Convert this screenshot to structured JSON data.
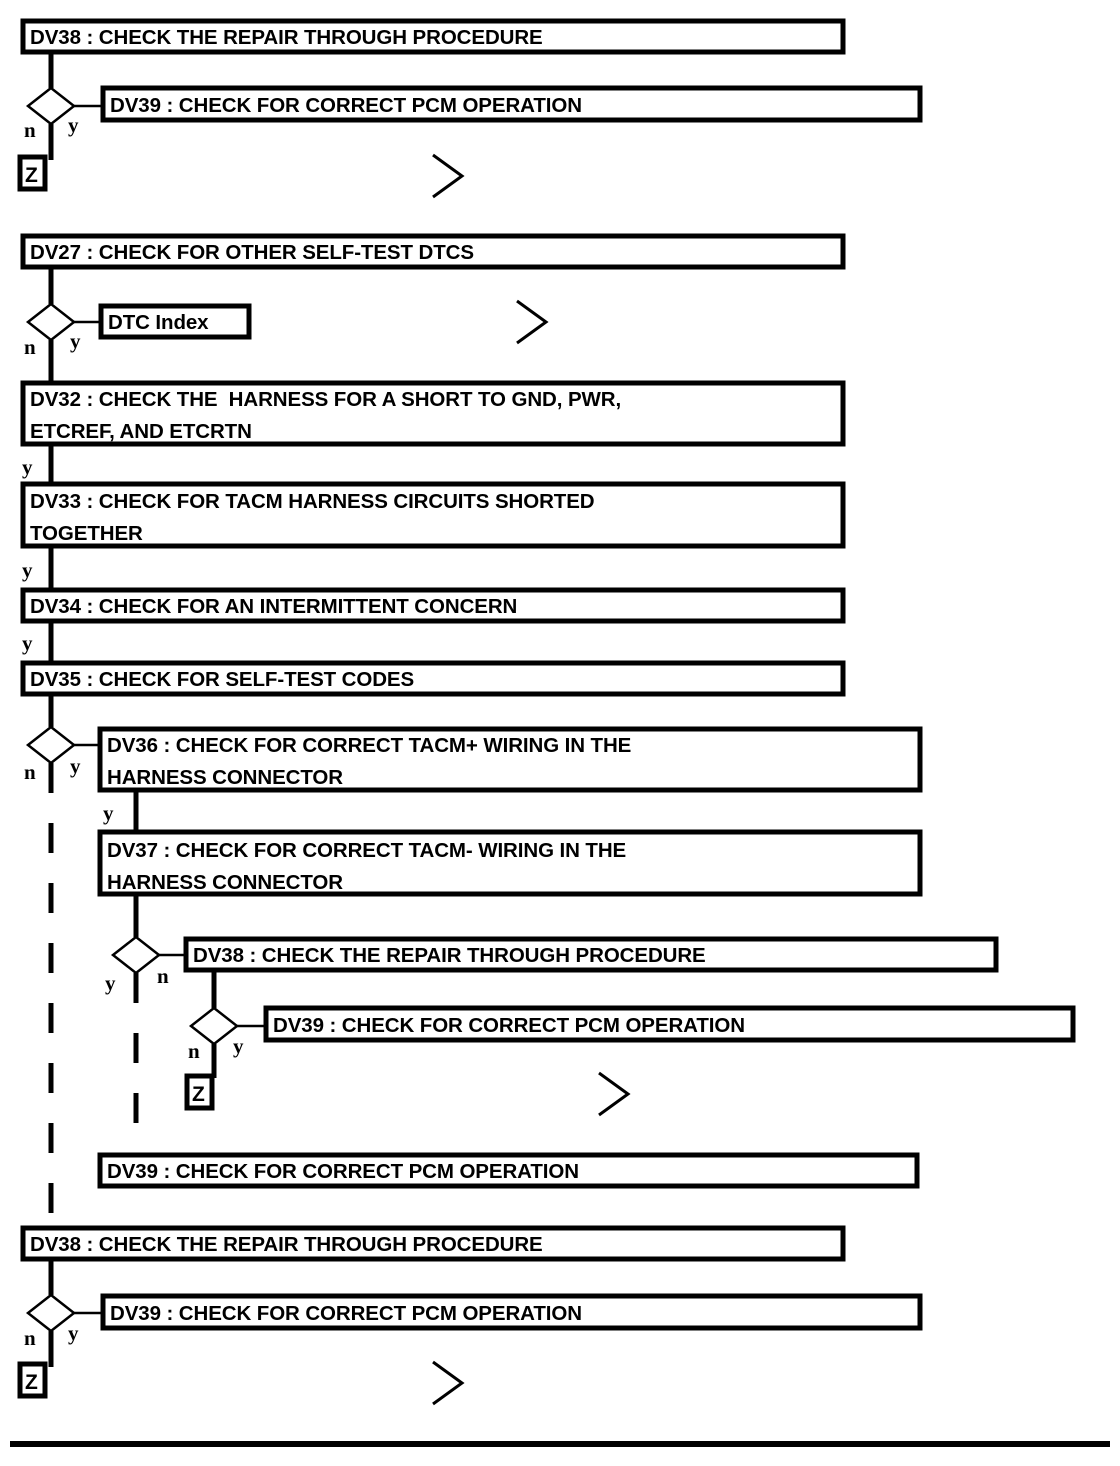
{
  "diagram": {
    "title": "ETC Diagnostic Flowchart DV27-DV39",
    "branch_yes": "y",
    "branch_no": "n",
    "terminator_glyph": "Z",
    "continuation_glyph": "chevron-right",
    "colors": {
      "line": "#000000",
      "box_fill": "#ffffff",
      "background": "#ffffff"
    }
  },
  "nodes": {
    "n01": {
      "id": "DV38",
      "label": "DV38 : CHECK THE REPAIR THROUGH PROCEDURE"
    },
    "n02": {
      "id": "DV39",
      "label": "DV39 : CHECK FOR CORRECT PCM OPERATION"
    },
    "n03": {
      "id": "DV27",
      "label": "DV27 : CHECK FOR OTHER SELF-TEST DTCS"
    },
    "n04": {
      "id": "DTC-Index",
      "label": "DTC Index"
    },
    "n05": {
      "id": "DV32",
      "line1": "DV32 : CHECK THE  HARNESS FOR A SHORT TO GND, PWR,",
      "line2": "ETCREF, AND ETCRTN"
    },
    "n06": {
      "id": "DV33",
      "line1": "DV33 : CHECK FOR TACM HARNESS CIRCUITS SHORTED",
      "line2": "TOGETHER"
    },
    "n07": {
      "id": "DV34",
      "label": "DV34 : CHECK FOR AN INTERMITTENT CONCERN"
    },
    "n08": {
      "id": "DV35",
      "label": "DV35 : CHECK FOR SELF-TEST CODES"
    },
    "n09": {
      "id": "DV36",
      "line1": "DV36 : CHECK FOR CORRECT TACM+ WIRING IN THE",
      "line2": "HARNESS CONNECTOR"
    },
    "n10": {
      "id": "DV37",
      "line1": "DV37 : CHECK FOR CORRECT TACM- WIRING IN THE",
      "line2": "HARNESS CONNECTOR"
    },
    "n11": {
      "id": "DV38",
      "label": "DV38 : CHECK THE REPAIR THROUGH PROCEDURE"
    },
    "n12": {
      "id": "DV39",
      "label": "DV39 : CHECK FOR CORRECT PCM OPERATION"
    },
    "n13": {
      "id": "DV39",
      "label": "DV39 : CHECK FOR CORRECT PCM OPERATION"
    },
    "n14": {
      "id": "DV38",
      "label": "DV38 : CHECK THE REPAIR THROUGH PROCEDURE"
    },
    "n15": {
      "id": "DV39",
      "label": "DV39 : CHECK FOR CORRECT PCM OPERATION"
    }
  },
  "branch_labels": {
    "d1_n": "n",
    "d1_y": "y",
    "d2_n": "n",
    "d2_y": "y",
    "e1_y": "y",
    "e2_y": "y",
    "e3_y": "y",
    "d3_n": "n",
    "d3_y": "y",
    "e4_y": "y",
    "d4_y": "y",
    "d4_n": "n",
    "d5_n": "n",
    "d5_y": "y",
    "d6_n": "n",
    "d6_y": "y"
  },
  "terminators": {
    "t1": "Z",
    "t2": "Z",
    "t3": "Z"
  }
}
